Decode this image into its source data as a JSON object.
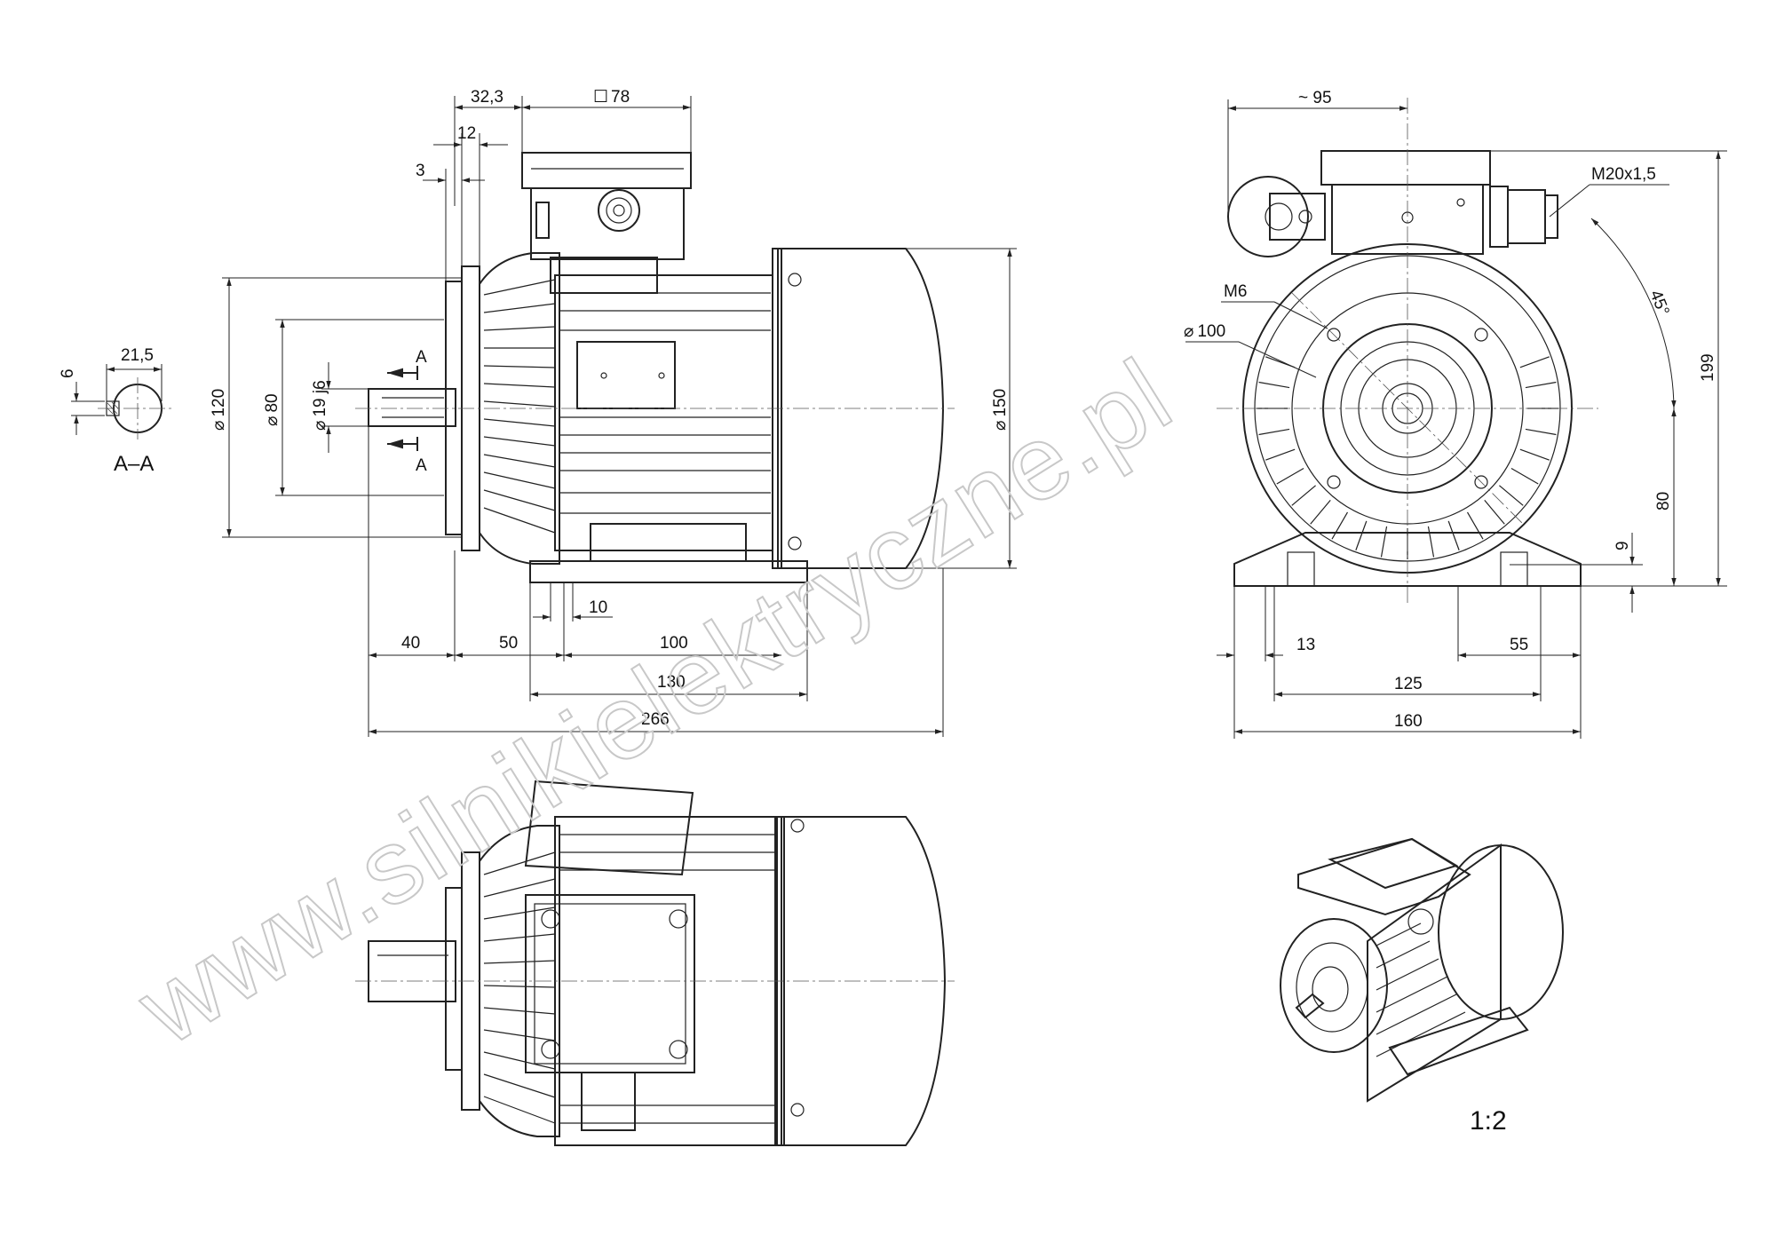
{
  "side_view": {
    "dims": {
      "d_32_3": "32,3",
      "square_78": "78",
      "d_12": "12",
      "d_3": "3",
      "d_120": "120",
      "d_80": "80",
      "d_19j6": "19 j6",
      "d_150": "150",
      "d_40": "40",
      "d_50": "50",
      "d_100": "100",
      "d_10": "10",
      "d_130": "130",
      "d_266": "266"
    },
    "section_marks": [
      "A",
      "A"
    ]
  },
  "section_detail": {
    "d_21_5": "21,5",
    "d_6": "6",
    "label": "A–A"
  },
  "front_view": {
    "dims": {
      "d_95": "~ 95",
      "thread": "M20x1,5",
      "m6": "M6",
      "d_100": "100",
      "angle": "45°",
      "d_199": "199",
      "d_80": "80",
      "d_9": "9",
      "d_13": "13",
      "d_55": "55",
      "d_125": "125",
      "d_160": "160"
    }
  },
  "scale_label": "1:2",
  "watermark": "www.silnikielektryczne.pl",
  "symbols": {
    "diameter": "⌀",
    "square": "☐"
  }
}
